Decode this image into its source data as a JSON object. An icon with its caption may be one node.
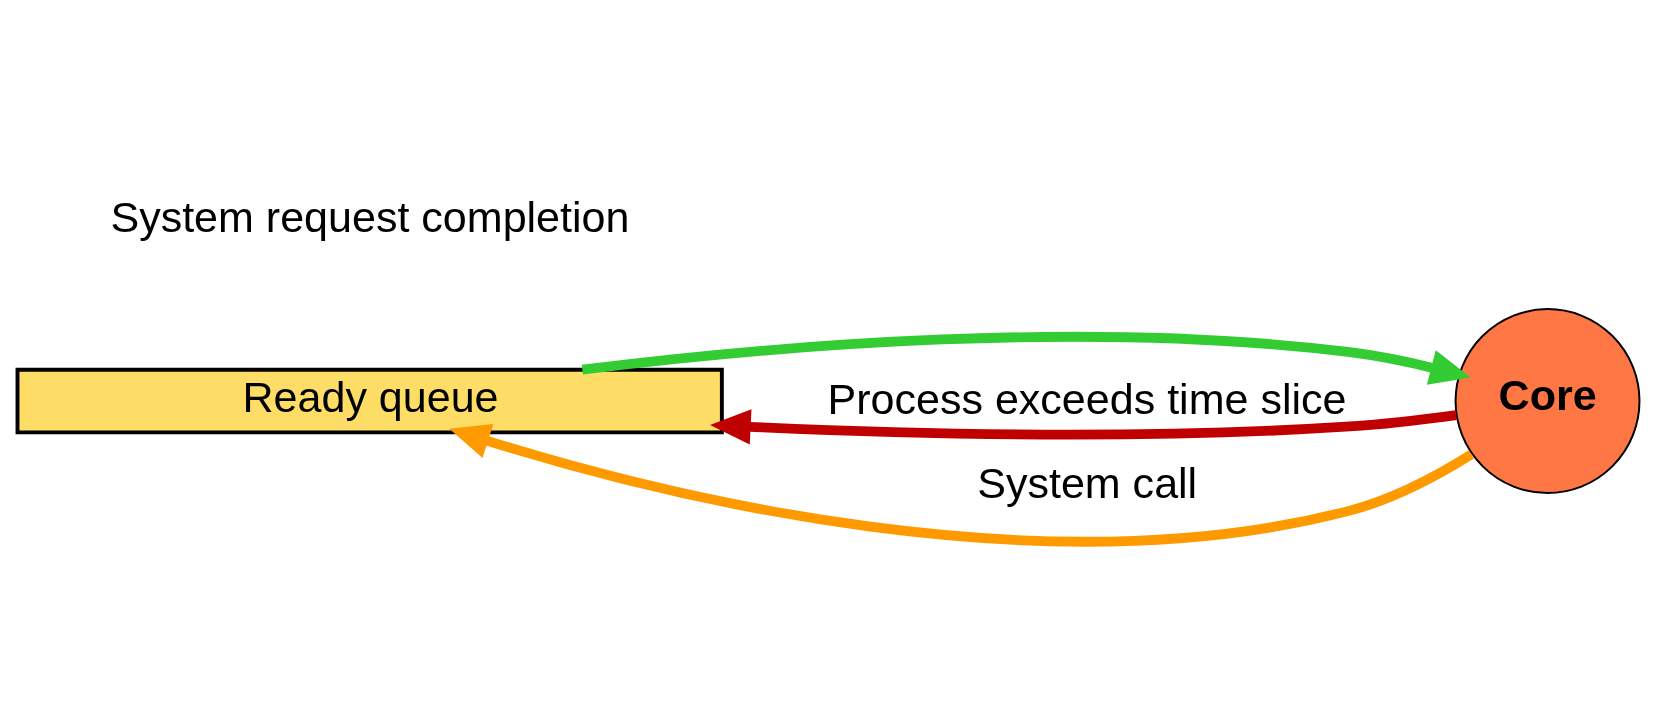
{
  "diagram": {
    "nodes": [
      {
        "text": [
          "Ready queue"
        ]
      },
      {
        "text": [
          "Core"
        ]
      }
    ],
    "edges": [
      {
        "from": 0,
        "to": 1,
        "arrow": "to",
        "color": "#33cc33"
      },
      {
        "from": 1,
        "to": 0,
        "arrow": "to",
        "color": "#c00000",
        "label": "Process exceeds time slice"
      },
      {
        "from": 1,
        "to": 0,
        "arrow": "to",
        "color": "#ff9900",
        "label": "System call"
      }
    ],
    "labels": [
      "System request completion"
    ]
  }
}
